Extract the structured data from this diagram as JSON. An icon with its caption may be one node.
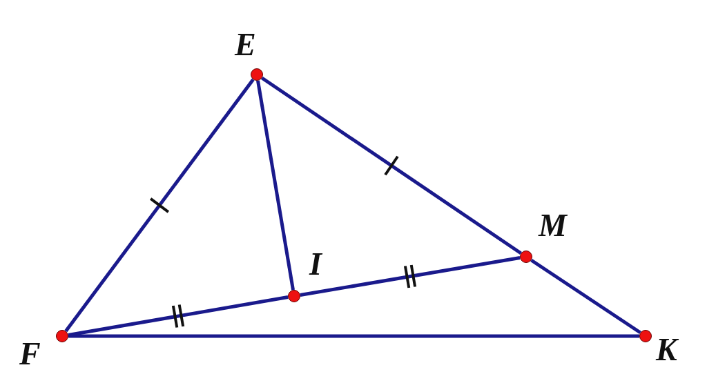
{
  "diagram": {
    "nodes": [
      {
        "text": [],
        "shape": "circle",
        "beside": [
          "E"
        ]
      },
      {
        "text": [],
        "shape": "circle",
        "beside": [
          "F"
        ]
      },
      {
        "text": [],
        "shape": "circle",
        "beside": [
          "K"
        ]
      },
      {
        "text": [],
        "shape": "circle",
        "beside": [
          "M"
        ]
      },
      {
        "text": [],
        "shape": "circle",
        "beside": [
          "I"
        ]
      }
    ],
    "edges": [
      {
        "from": 1,
        "to": 0,
        "arrow": "none"
      },
      {
        "from": 0,
        "to": 3,
        "arrow": "none"
      },
      {
        "from": 3,
        "to": 2,
        "arrow": "none"
      },
      {
        "from": 1,
        "to": 2,
        "arrow": "none"
      },
      {
        "from": 0,
        "to": 4,
        "arrow": "none"
      },
      {
        "from": 1,
        "to": 4,
        "arrow": "none"
      },
      {
        "from": 4,
        "to": 3,
        "arrow": "none"
      }
    ]
  }
}
